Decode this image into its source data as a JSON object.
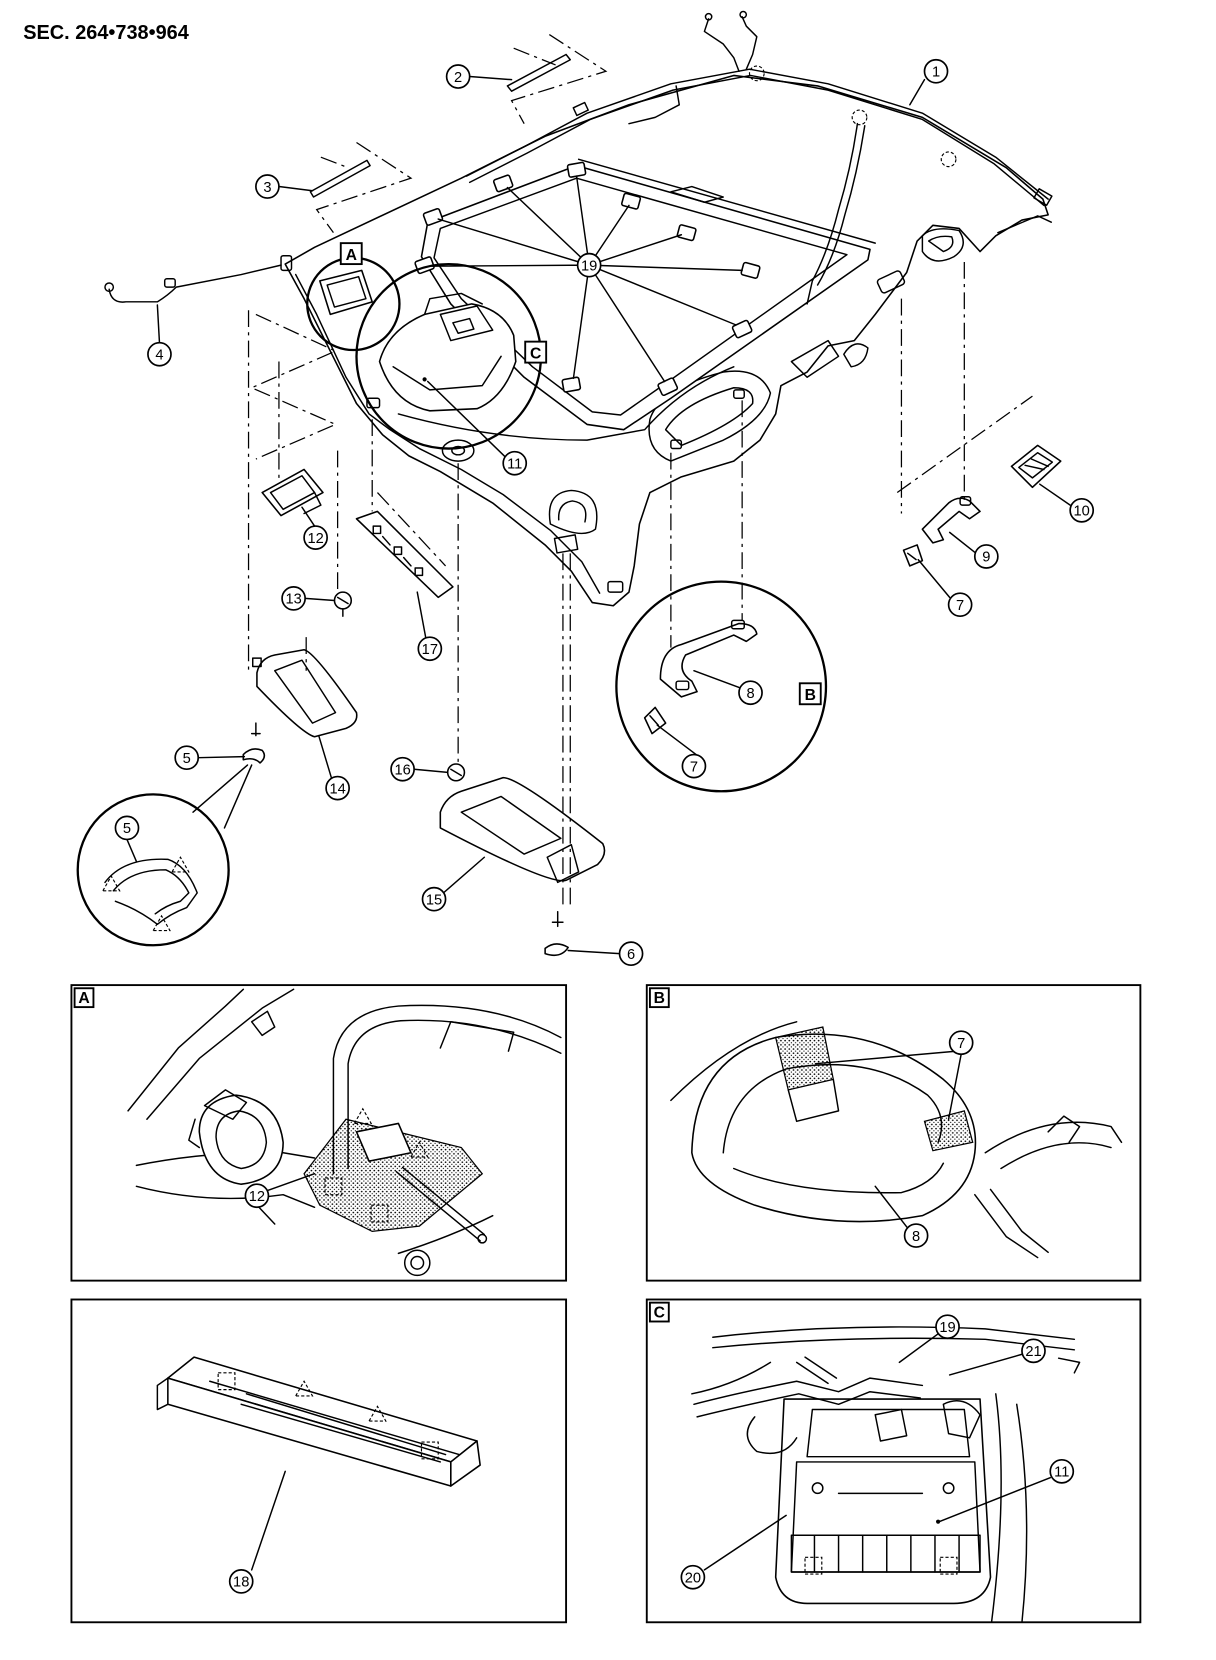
{
  "header": {
    "section_code": "SEC. 264•738•964"
  },
  "main_view": {
    "callouts": [
      "1",
      "2",
      "3",
      "4",
      "5",
      "5",
      "6",
      "7",
      "7",
      "8",
      "9",
      "10",
      "11",
      "12",
      "13",
      "14",
      "15",
      "16",
      "17",
      "19"
    ],
    "detail_markers": [
      "A",
      "C",
      "B"
    ]
  },
  "detail_panels": [
    {
      "label": "A",
      "callouts": [
        "12"
      ]
    },
    {
      "label": "B",
      "callouts": [
        "7",
        "8"
      ]
    },
    {
      "callouts": [
        "18"
      ]
    },
    {
      "label": "C",
      "callouts": [
        "19",
        "21",
        "20",
        "11"
      ]
    }
  ]
}
